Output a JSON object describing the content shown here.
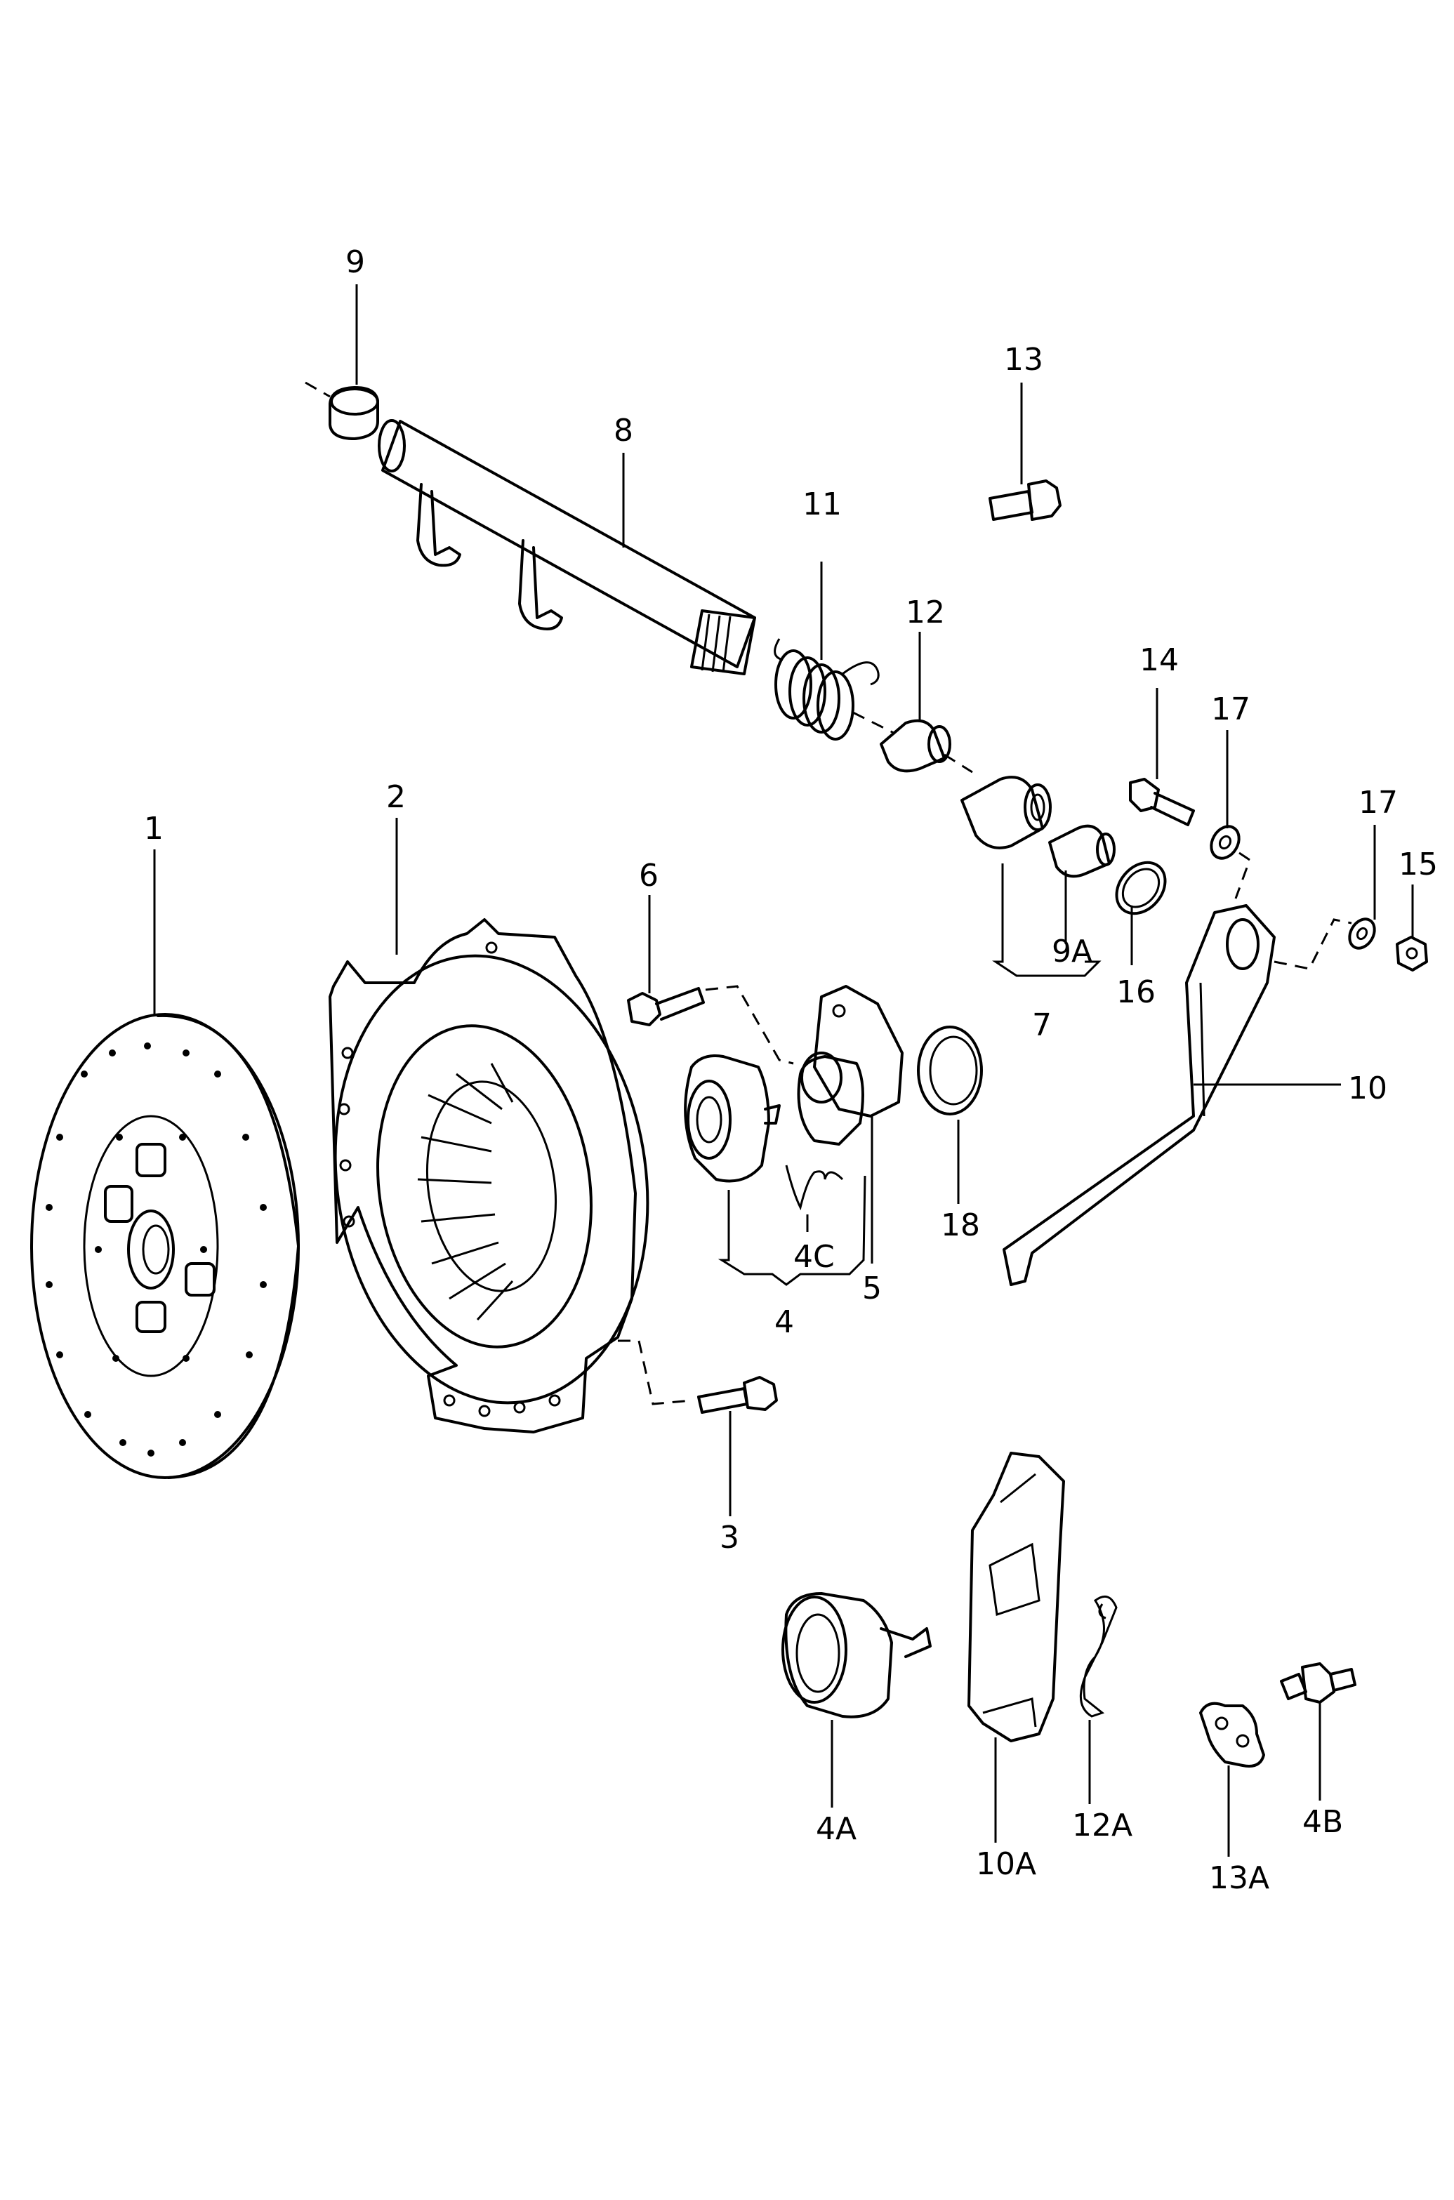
{
  "labels": {
    "l1": "1",
    "l2": "2",
    "l3": "3",
    "l4": "4",
    "l4a": "4A",
    "l4b": "4B",
    "l4c": "4C",
    "l5": "5",
    "l6": "6",
    "l7": "7",
    "l8": "8",
    "l9": "9",
    "l9a": "9A",
    "l10": "10",
    "l10a": "10A",
    "l11": "11",
    "l12": "12",
    "l12a": "12A",
    "l13": "13",
    "l13a": "13A",
    "l14": "14",
    "l15": "15",
    "l16": "16",
    "l17a": "17",
    "l17b": "17",
    "l18": "18"
  }
}
